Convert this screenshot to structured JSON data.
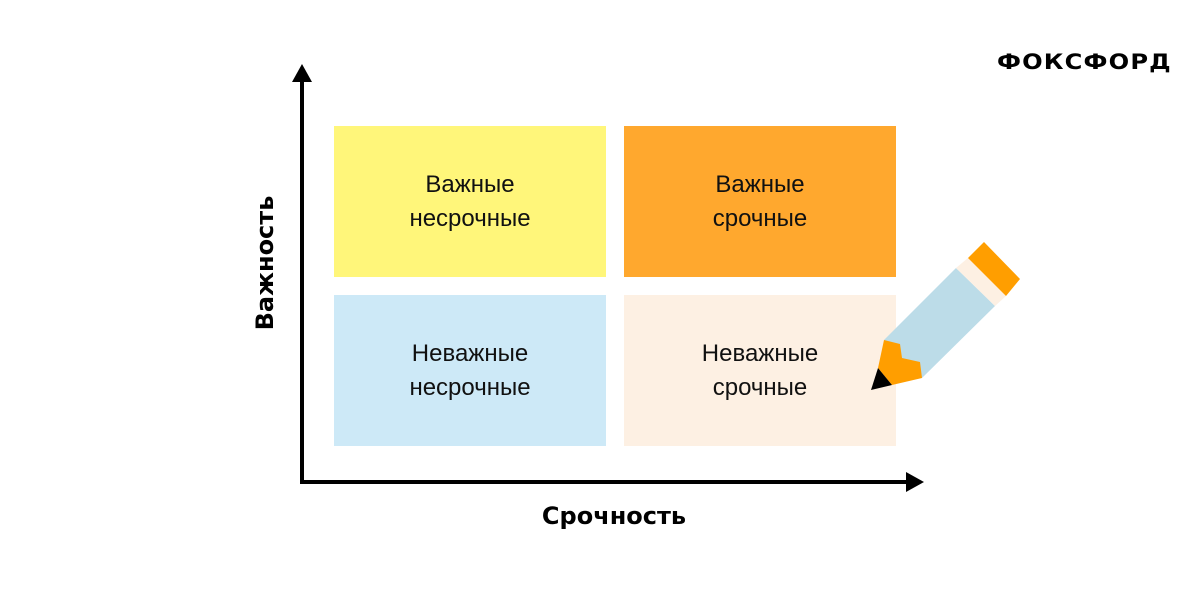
{
  "brand": {
    "logo_text": "ФОКСФОРД"
  },
  "axes": {
    "y_label": "Важность",
    "x_label": "Срочность"
  },
  "quadrants": [
    {
      "id": "top-left",
      "line1": "Важные",
      "line2": "несрочные",
      "color": "#FFF67A"
    },
    {
      "id": "top-right",
      "line1": "Важные",
      "line2": "срочные",
      "color": "#FFA82E"
    },
    {
      "id": "bottom-left",
      "line1": "Неважные",
      "line2": "несрочные",
      "color": "#CDE9F7"
    },
    {
      "id": "bottom-right",
      "line1": "Неважные",
      "line2": "срочные",
      "color": "#FDF0E3"
    }
  ],
  "pencil_icon": {
    "body_color": "#BCDCE8",
    "accent_color": "#FF9E00",
    "band_color": "#FDF0E3",
    "tip_color": "#000000"
  }
}
